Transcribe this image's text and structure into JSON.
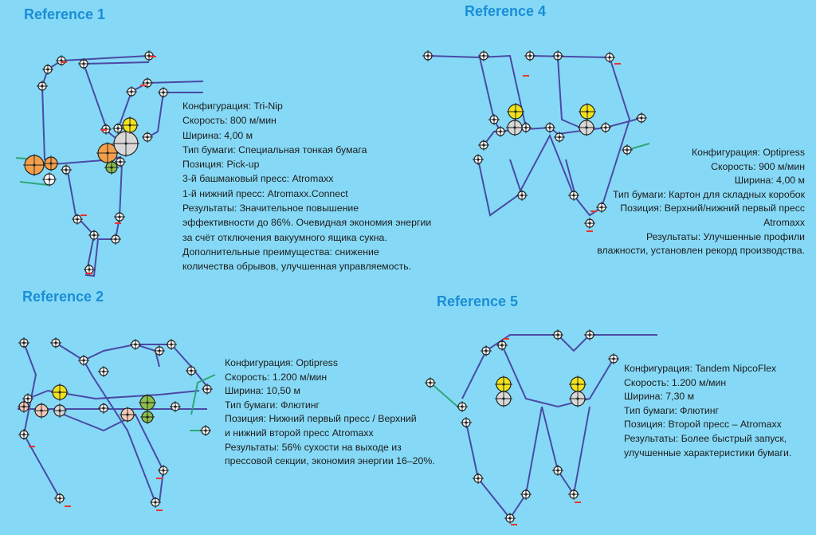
{
  "references": [
    {
      "title": "Reference 1",
      "lines": [
        "Конфигурация: Tri-Nip",
        "Скорость: 800 м/мин",
        "Ширина: 4,00 м",
        "Тип бумаги: Специальная тонкая бумага",
        "Позиция: Pick-up",
        "3-й башмаковый пресс: Atromaxx",
        "1-й нижний пресс: Atromaxx.Connect",
        "Результаты: Значительное повышение",
        "эффективности до 86%. Очевидная экономия энергии",
        "за счёт отключения вакуумного ящика сукна.",
        "Дополнительные преимущества: снижение",
        "количества обрывов, улучшенная управляемость."
      ]
    },
    {
      "title": "Reference 4",
      "lines": [
        "Конфигурация: Optipress",
        "Скорость: 900 м/мин",
        "Ширина: 4,00 м",
        "Тип бумаги: Картон для складных коробок",
        "Позиция: Верхний/нижний первый пресс",
        "Atromaxx",
        "Результаты: Улучшенные профили",
        "влажности, установлен рекорд производства."
      ]
    },
    {
      "title": "Reference 2",
      "lines": [
        "Конфигурация: Optipress",
        "Скорость: 1.200 м/мин",
        "Ширина: 10,50 м",
        "Тип бумаги: Флютинг",
        "Позиция: Нижний первый пресс / Верхний",
        "и нижний второй пресс Atromaxx",
        "Результаты: 56% сухости на выходе из",
        "прессовой секции, экономия энергии 16–20%."
      ]
    },
    {
      "title": "Reference 5",
      "lines": [
        "Конфигурация: Tandem NipcoFlex",
        "Скорость: 1.200 м/мин",
        "Ширина: 7,30 м",
        "Тип бумаги: Флютинг",
        "Позиция: Второй пресс – Atromaxx",
        "Результаты: Более быстрый запуск,",
        "улучшенные характеристики бумаги."
      ]
    }
  ],
  "colors": {
    "background": "#86d9f6",
    "title": "#1a8ed6",
    "felt": "#4a4aa6",
    "roll_orange": "#f4a04a",
    "roll_yellow": "#f2e21a",
    "roll_grey": "#d8d8d8",
    "roll_green": "#8cc04a"
  }
}
